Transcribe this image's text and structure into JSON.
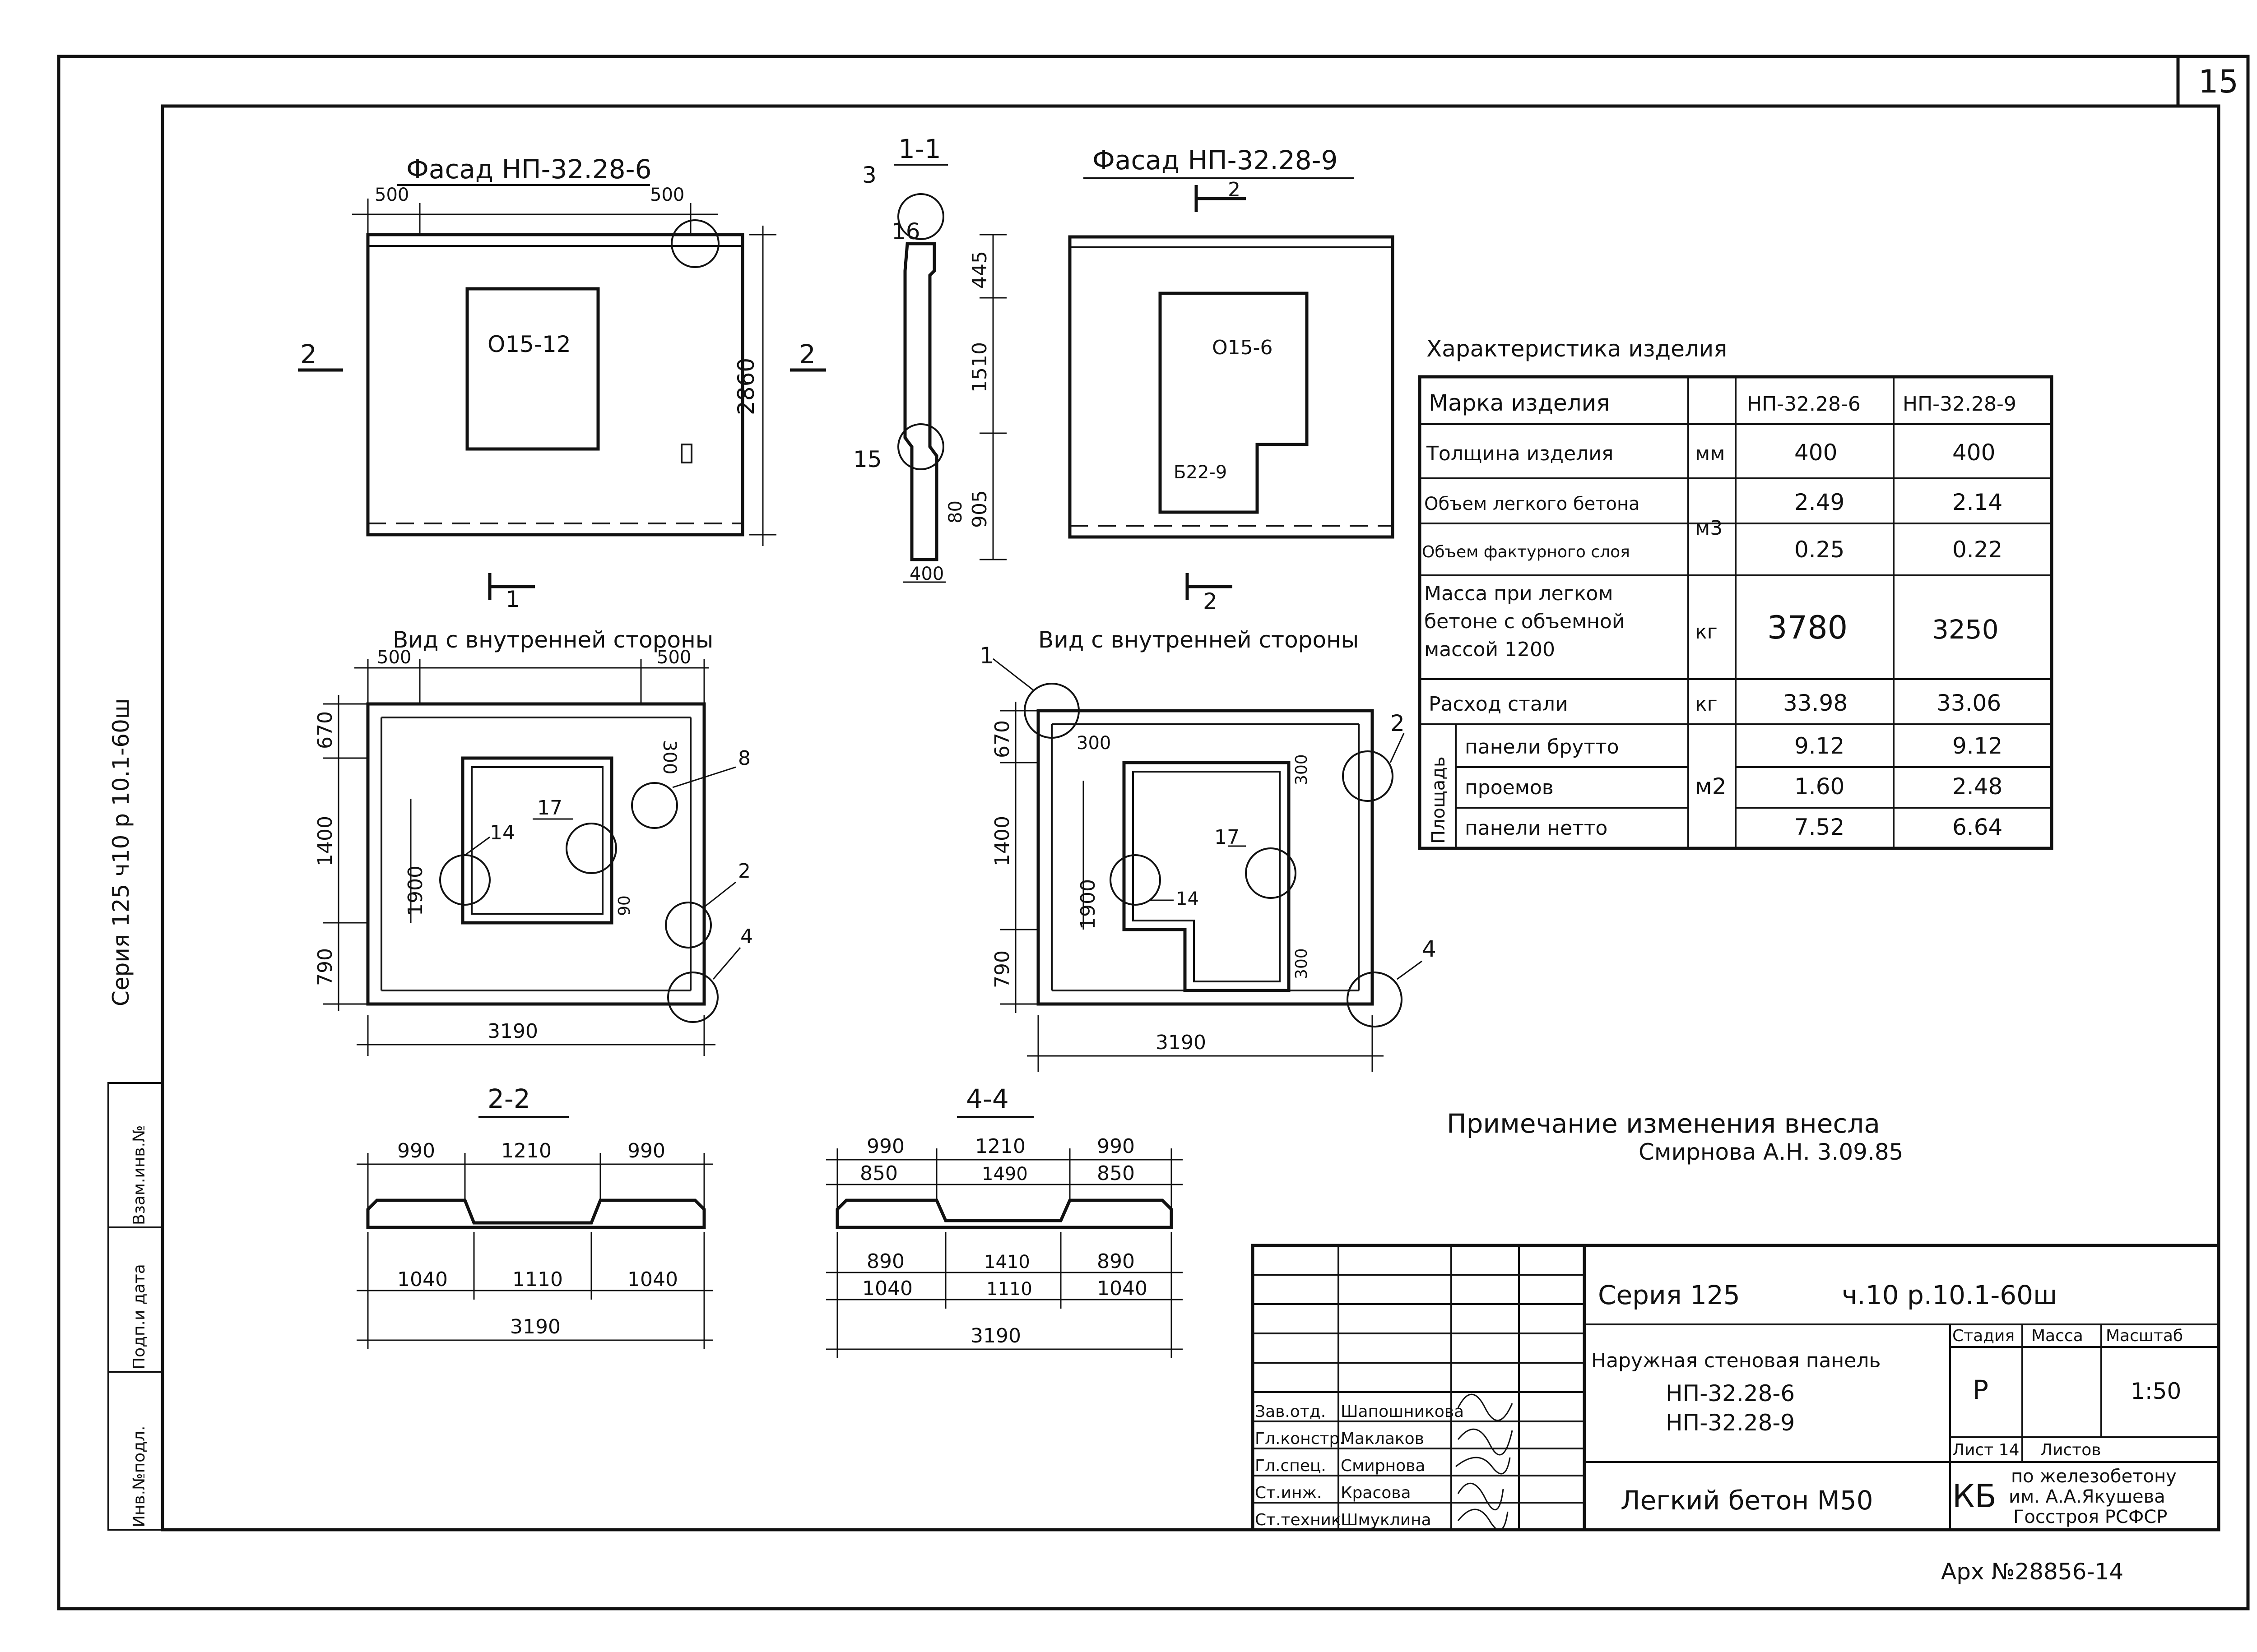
{
  "sheet_number": "15",
  "side_stamp": "Серия 125 ч10 р 10.1-60ш",
  "side_cells": [
    "Инв.№подл.",
    "Подп.и дата",
    "Взам.инв.№"
  ],
  "views": {
    "facade1": {
      "title": "Фасад НП-32.28-6",
      "opening": "О15-12",
      "dims": [
        "500",
        "500",
        "2860"
      ],
      "cuts": [
        "1",
        "2",
        "2"
      ]
    },
    "section11": {
      "title": "1-1",
      "dims": [
        "445",
        "1510",
        "905",
        "80",
        "400"
      ],
      "callouts": [
        "3",
        "16",
        "15"
      ]
    },
    "facade2": {
      "title": "Фасад НП-32.28-9",
      "openings": [
        "О15-6",
        "Б22-9"
      ],
      "cuts": [
        "2",
        "2"
      ]
    },
    "inner1": {
      "title": "Вид с внутренней стороны",
      "dims": [
        "500",
        "500",
        "670",
        "1400",
        "790",
        "1900",
        "3190",
        "300",
        "90"
      ],
      "callouts": [
        "14",
        "17",
        "8",
        "2",
        "4"
      ]
    },
    "inner2": {
      "title": "Вид с внутренней стороны",
      "dims": [
        "670",
        "1400",
        "790",
        "300",
        "1900",
        "300",
        "300",
        "3190"
      ],
      "callouts": [
        "1",
        "2",
        "14",
        "17",
        "4"
      ]
    },
    "section22": {
      "title": "2-2",
      "top": [
        "990",
        "1210",
        "990"
      ],
      "bottom": [
        "1040",
        "1110",
        "1040"
      ],
      "total": "3190"
    },
    "section44": {
      "title": "4-4",
      "top": [
        "990",
        "1210",
        "990"
      ],
      "mid": [
        "850",
        "1490",
        "850"
      ],
      "low1": [
        "890",
        "1410",
        "890"
      ],
      "low2": [
        "1040",
        "1110",
        "1040"
      ],
      "total": "3190"
    }
  },
  "table": {
    "title": "Характеристика изделия",
    "header": {
      "label": "Марка изделия",
      "col1": "НП-32.28-6",
      "col2": "НП-32.28-9"
    },
    "rows": [
      {
        "label": "Толщина изделия",
        "unit": "мм",
        "v1": "400",
        "v2": "400"
      },
      {
        "label": "Объем легкого бетона",
        "unit": "м3",
        "v1": "2.49",
        "v2": "2.14"
      },
      {
        "label": "Объем фактурного слоя",
        "unit": "",
        "v1": "0.25",
        "v2": "0.22"
      },
      {
        "label": "Масса при легком бетоне с объемной массой 1200",
        "unit": "кг",
        "v1": "3780",
        "v2": "3250"
      },
      {
        "label": "Расход стали",
        "unit": "кг",
        "v1": "33.98",
        "v2": "33.06"
      }
    ],
    "area": {
      "group": "Площадь",
      "unit": "м2",
      "rows": [
        {
          "label": "панели брутто",
          "v1": "9.12",
          "v2": "9.12"
        },
        {
          "label": "проемов",
          "v1": "1.60",
          "v2": "2.48"
        },
        {
          "label": "панели нетто",
          "v1": "7.52",
          "v2": "6.64"
        }
      ]
    }
  },
  "note": {
    "line1": "Примечание изменения внесла",
    "line2": "Смирнова А.Н. 3.09.85"
  },
  "title_block": {
    "series": "Серия 125",
    "part": "ч.10 р.10.1-60ш",
    "name_line1": "Наружная стеновая панель",
    "name_line2": "НП-32.28-6",
    "name_line3": "НП-32.28-9",
    "material": "Легкий бетон М50",
    "stage_label": "Стадия",
    "mass_label": "Масса",
    "scale_label": "Масштаб",
    "stage": "Р",
    "mass": "",
    "scale": "1:50",
    "sheet_label": "Лист 14",
    "sheets_label": "Листов",
    "org_mark": "КБ",
    "org_line1": "по железобетону",
    "org_line2": "им. А.А.Якушева",
    "org_line3": "Госстроя РСФСР",
    "signers": [
      {
        "role": "Зав.отд.",
        "name": "Шапошникова"
      },
      {
        "role": "Гл.констр.",
        "name": "Маклаков"
      },
      {
        "role": "Гл.спец.",
        "name": "Смирнова"
      },
      {
        "role": "Ст.инж.",
        "name": "Красова"
      },
      {
        "role": "Ст.техник",
        "name": "Шмуклина"
      }
    ]
  },
  "archive": "Арх №28856-14"
}
